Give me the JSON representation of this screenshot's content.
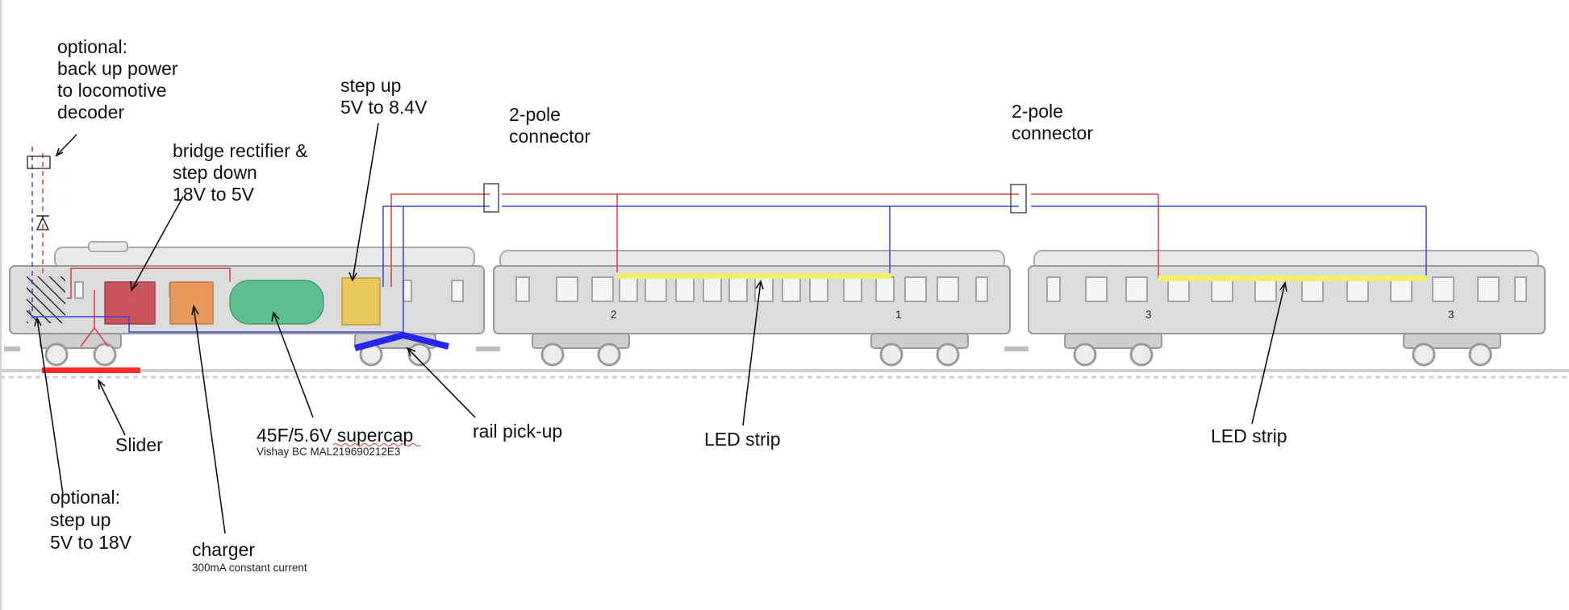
{
  "labels": {
    "optional_backup": [
      "optional:",
      "back up power",
      "to locomotive",
      "decoder"
    ],
    "bridge_rectifier": [
      "bridge rectifier &",
      "step down",
      "18V to 5V"
    ],
    "step_up_84": [
      "step up",
      "5V to 8.4V"
    ],
    "connector_1": [
      "2-pole",
      "connector"
    ],
    "connector_2": [
      "2-pole",
      "connector"
    ],
    "slider": "Slider",
    "supercap": "45F/5.6V supercap",
    "supercap_part": "Vishay BC MAL219690212E3",
    "rail_pickup": "rail pick-up",
    "led_strip_1": "LED strip",
    "led_strip_2": "LED strip",
    "optional_step_up": [
      "optional:",
      "step up",
      "5V to 18V"
    ],
    "charger": "charger",
    "charger_note": "300mA constant current"
  },
  "car_markings": {
    "coach_1_class_left": "2",
    "coach_1_class_right": "1",
    "coach_2_class_left": "3",
    "coach_2_class_right": "3"
  },
  "colors": {
    "bridge_rectifier": "#c8545c",
    "charger": "#e8975a",
    "supercap": "#5dbf8e",
    "step_up": "#e9c75c",
    "positive_wire": "#e23a3a",
    "negative_wire": "#3a43d8",
    "led_strip": "#f4f06a",
    "slider": "#ff2b2b",
    "rail_pickup": "#2626ee"
  }
}
